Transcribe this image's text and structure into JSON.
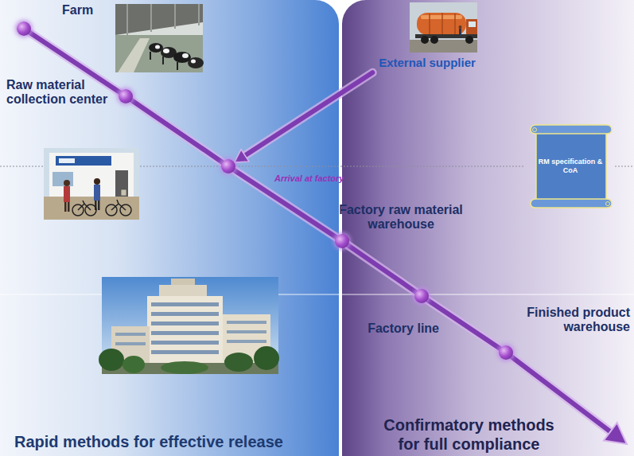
{
  "diagram": {
    "nodes": [
      {
        "text": [
          "Farm"
        ]
      },
      {
        "text": [
          "Raw material collection center"
        ]
      },
      {
        "text": [
          "External supplier"
        ]
      },
      {
        "text": [
          "Arrival at factory"
        ]
      },
      {
        "text": [
          "RM specification & CoA"
        ]
      },
      {
        "text": [
          "Factory raw material warehouse"
        ]
      },
      {
        "text": [
          "Factory line"
        ]
      },
      {
        "text": [
          "Finished product warehouse"
        ]
      },
      {
        "text": [
          "Rapid methods for effective release"
        ]
      },
      {
        "text": [
          "Confirmatory methods for full compliance"
        ]
      }
    ],
    "edges": [
      {
        "from": 0,
        "to": 1,
        "arrow": "none"
      },
      {
        "from": 1,
        "to": 3,
        "arrow": "none"
      },
      {
        "from": 2,
        "to": 3,
        "arrow": "to"
      },
      {
        "from": 3,
        "to": 5,
        "arrow": "none"
      },
      {
        "from": 5,
        "to": 6,
        "arrow": "none"
      },
      {
        "from": 6,
        "to": 7,
        "arrow": "none"
      }
    ]
  }
}
